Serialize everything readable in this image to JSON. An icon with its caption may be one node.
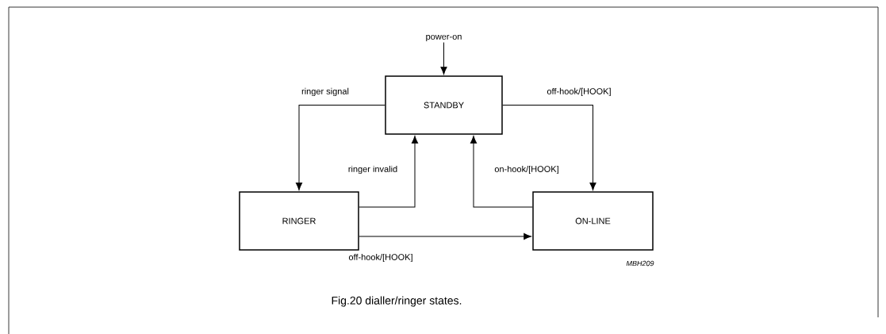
{
  "diagram": {
    "caption": "Fig.20 dialler/ringer states.",
    "nodes": [
      {
        "text": [
          "power-on"
        ]
      },
      {
        "text": [
          "STANDBY"
        ]
      },
      {
        "text": [
          "RINGER"
        ]
      },
      {
        "text": [
          "ON-LINE"
        ]
      }
    ],
    "edges": [
      {
        "from": 0,
        "to": 1,
        "arrow": "to"
      },
      {
        "from": 1,
        "to": 2,
        "arrow": "to",
        "label": "ringer signal"
      },
      {
        "from": 2,
        "to": 1,
        "arrow": "to",
        "label": "ringer invalid"
      },
      {
        "from": 1,
        "to": 3,
        "arrow": "to",
        "label": "off-hook/[HOOK]"
      },
      {
        "from": 3,
        "to": 1,
        "arrow": "to",
        "label": "on-hook/[HOOK]"
      },
      {
        "from": 2,
        "to": 3,
        "arrow": "to",
        "label": "off-hook/[HOOK]"
      }
    ],
    "labels": [
      "MBH209"
    ]
  }
}
